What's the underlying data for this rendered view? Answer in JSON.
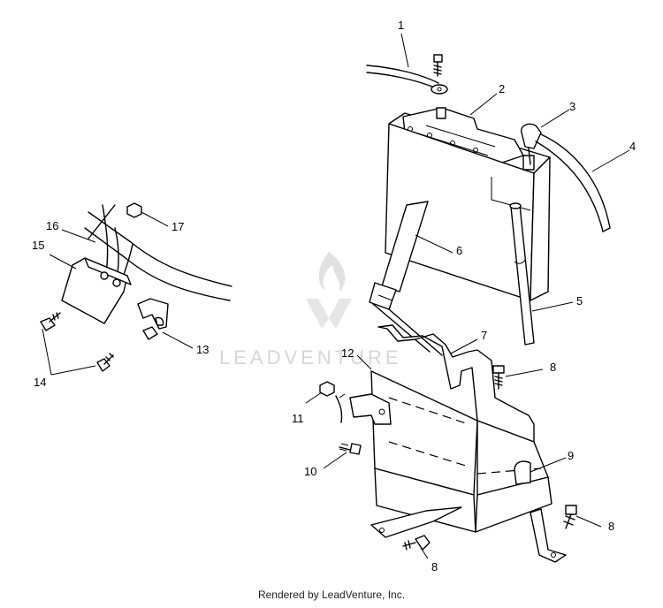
{
  "watermark": {
    "text": "LEADVENTURE"
  },
  "credit": "Rendered by LeadVenture, Inc.",
  "callouts": [
    "1",
    "2",
    "3",
    "4",
    "5",
    "6",
    "7",
    "8",
    "8",
    "8",
    "9",
    "10",
    "11",
    "12",
    "13",
    "14",
    "15",
    "16",
    "17"
  ]
}
